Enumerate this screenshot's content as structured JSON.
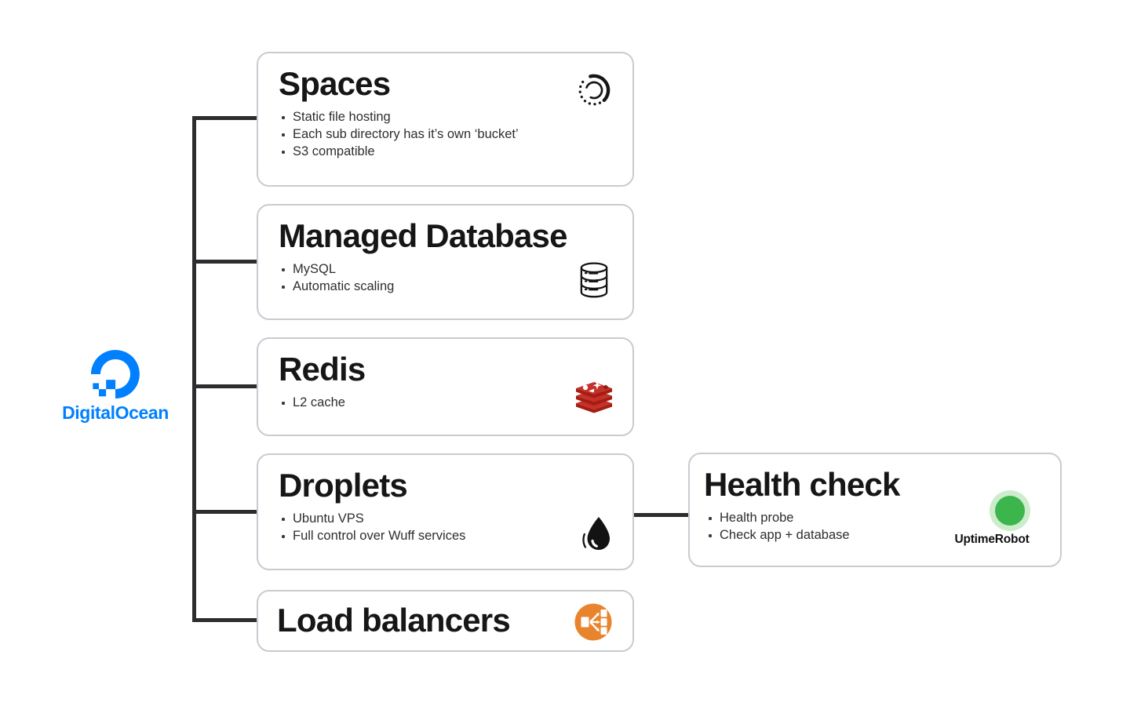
{
  "brand": {
    "name": "DigitalOcean",
    "logo_icon": "digitalocean-logo-icon",
    "color": "#0080ff"
  },
  "cards": {
    "spaces": {
      "title": "Spaces",
      "icon": "spaces-dotted-circle-icon",
      "bullets": [
        "Static file hosting",
        "Each sub directory has it’s own ‘bucket’",
        "S3 compatible"
      ]
    },
    "managed_database": {
      "title": "Managed Database",
      "icon": "database-cylinder-icon",
      "bullets": [
        "MySQL",
        "Automatic scaling"
      ]
    },
    "redis": {
      "title": "Redis",
      "icon": "redis-logo-icon",
      "bullets": [
        "L2 cache"
      ]
    },
    "droplets": {
      "title": "Droplets",
      "icon": "droplet-icon",
      "bullets": [
        "Ubuntu VPS",
        "Full control over Wuff services"
      ]
    },
    "load_balancers": {
      "title": "Load balancers",
      "icon": "load-balancer-icon"
    },
    "health_check": {
      "title": "Health check",
      "icon": "uptimerobot-icon",
      "vendor_label": "UptimeRobot",
      "bullets": [
        "Health probe",
        "Check app + database"
      ]
    }
  },
  "colors": {
    "line": "#2d2d30",
    "card_border": "#c9cbd1",
    "title_text": "#161616",
    "bullet_text": "#2e2e2e",
    "load_balancer_orange": "#e8842d",
    "redis_red": "#c6302b",
    "redis_dark_red": "#a41e11",
    "uptimerobot_green": "#3cb54d",
    "uptimerobot_green_light": "#cdeccd",
    "digitalocean_blue": "#0080ff"
  }
}
